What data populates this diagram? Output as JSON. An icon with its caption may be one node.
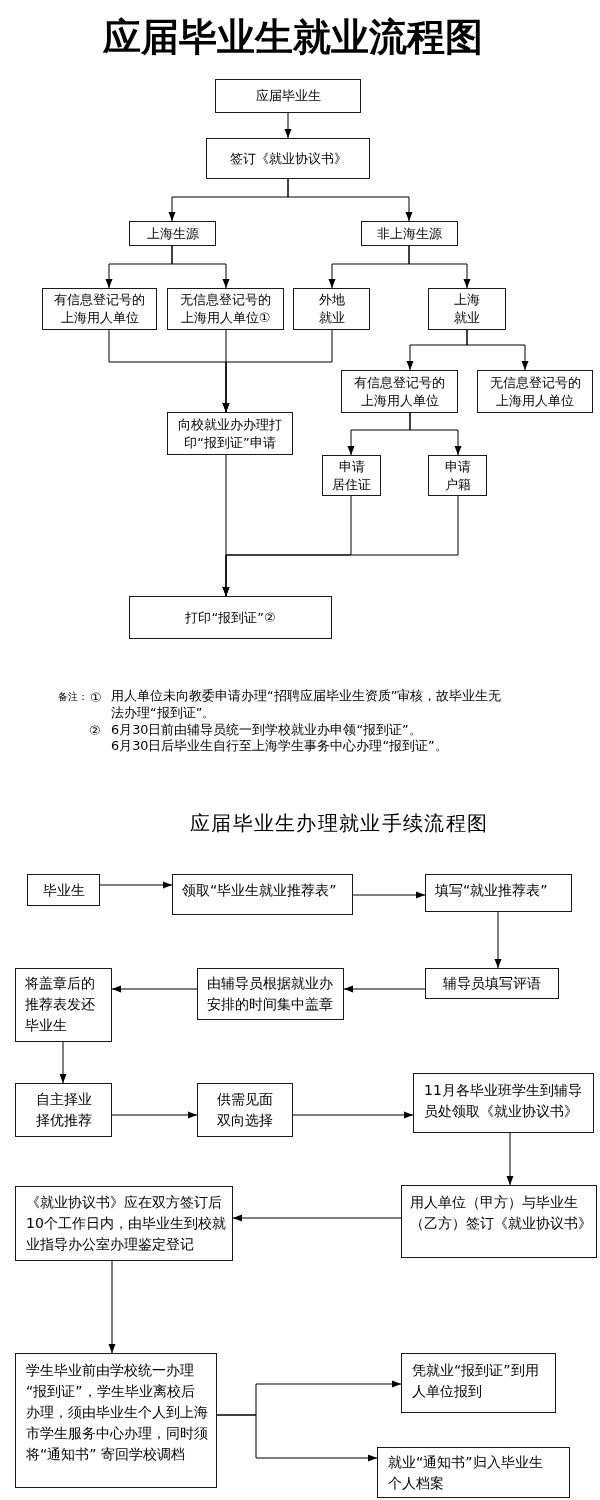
{
  "diagram": {
    "title": "应届毕业生就业流程图",
    "nodes": [
      {
        "text": [
          "应届毕业生"
        ]
      },
      {
        "text": [
          "签订《就业协议书》"
        ]
      },
      {
        "text": [
          "上海生源"
        ]
      },
      {
        "text": [
          "非上海生源"
        ]
      },
      {
        "text": [
          "有信息登记号的上海用人单位"
        ]
      },
      {
        "text": [
          "无信息登记号的上海用人单位①"
        ]
      },
      {
        "text": [
          "外地就业"
        ]
      },
      {
        "text": [
          "上海就业"
        ]
      },
      {
        "text": [
          "有信息登记号的上海用人单位"
        ]
      },
      {
        "text": [
          "无信息登记号的上海用人单位"
        ]
      },
      {
        "text": [
          "向校就业办办理打印“报到证”申请"
        ]
      },
      {
        "text": [
          "申请居住证"
        ]
      },
      {
        "text": [
          "申请户籍"
        ]
      },
      {
        "text": [
          "打印“报到证”②"
        ]
      },
      {
        "text": [
          "毕业生"
        ]
      },
      {
        "text": [
          "领取“毕业生就业推荐表”"
        ]
      },
      {
        "text": [
          "填写“就业推荐表”"
        ]
      },
      {
        "text": [
          "将盖章后的推荐表发还毕业生"
        ]
      },
      {
        "text": [
          "由辅导员根据就业办安排的时间集中盖章"
        ]
      },
      {
        "text": [
          "辅导员填写评语"
        ]
      },
      {
        "text": [
          "自主择业择优推荐"
        ]
      },
      {
        "text": [
          "供需见面双向选择"
        ]
      },
      {
        "text": [
          "11月各毕业班学生到辅导员处领取《就业协议书》"
        ]
      },
      {
        "text": [
          "《就业协议书》应在双方签订后10个工作日内，由毕业生到校就业指导办公室办理鉴定登记"
        ]
      },
      {
        "text": [
          "用人单位（甲方）与毕业生（乙方）签订《就业协议书》"
        ]
      },
      {
        "text": [
          "学生毕业前由学校统一办理“报到证”，学生毕业离校后办理，须由毕业生个人到上海市学生服务中心办理，同时须将“通知书” 寄回学校调档"
        ]
      },
      {
        "text": [
          "凭就业“报到证”到用人单位报到"
        ]
      },
      {
        "text": [
          "就业“通知书”归入毕业生个人档案"
        ]
      }
    ],
    "edges": [
      {
        "from": 0,
        "to": 1,
        "arrow": "to"
      },
      {
        "from": 1,
        "to": 2,
        "arrow": "to"
      },
      {
        "from": 1,
        "to": 3,
        "arrow": "to"
      },
      {
        "from": 2,
        "to": 4,
        "arrow": "to"
      },
      {
        "from": 2,
        "to": 5,
        "arrow": "to"
      },
      {
        "from": 3,
        "to": 6,
        "arrow": "to"
      },
      {
        "from": 3,
        "to": 7,
        "arrow": "to"
      },
      {
        "from": 4,
        "to": 10,
        "arrow": "to"
      },
      {
        "from": 5,
        "to": 10,
        "arrow": "to"
      },
      {
        "from": 6,
        "to": 10,
        "arrow": "to"
      },
      {
        "from": 7,
        "to": 8,
        "arrow": "to"
      },
      {
        "from": 7,
        "to": 9,
        "arrow": "to"
      },
      {
        "from": 8,
        "to": 11,
        "arrow": "to"
      },
      {
        "from": 8,
        "to": 12,
        "arrow": "to"
      },
      {
        "from": 10,
        "to": 13,
        "arrow": "to"
      },
      {
        "from": 11,
        "to": 13,
        "arrow": "to"
      },
      {
        "from": 12,
        "to": 13,
        "arrow": "to"
      },
      {
        "from": 14,
        "to": 15,
        "arrow": "to"
      },
      {
        "from": 15,
        "to": 16,
        "arrow": "to"
      },
      {
        "from": 16,
        "to": 19,
        "arrow": "to"
      },
      {
        "from": 19,
        "to": 18,
        "arrow": "to"
      },
      {
        "from": 18,
        "to": 17,
        "arrow": "to"
      },
      {
        "from": 17,
        "to": 20,
        "arrow": "to"
      },
      {
        "from": 20,
        "to": 21,
        "arrow": "to"
      },
      {
        "from": 21,
        "to": 22,
        "arrow": "to"
      },
      {
        "from": 22,
        "to": 24,
        "arrow": "to"
      },
      {
        "from": 24,
        "to": 23,
        "arrow": "to"
      },
      {
        "from": 23,
        "to": 25,
        "arrow": "to"
      },
      {
        "from": 25,
        "to": 26,
        "arrow": "to"
      },
      {
        "from": 25,
        "to": 27,
        "arrow": "to"
      }
    ],
    "labels": [
      "备注：",
      "①",
      "用人单位未向教委申请办理“招聘应届毕业生资质”审核，故毕业生无法办理“报到证”。",
      "②",
      "6月30日前由辅导员统一到学校就业办申领“报到证”。",
      "6月30日后毕业生自行至上海学生事务中心办理“报到证”。",
      "应届毕业生办理就业手续流程图"
    ]
  }
}
